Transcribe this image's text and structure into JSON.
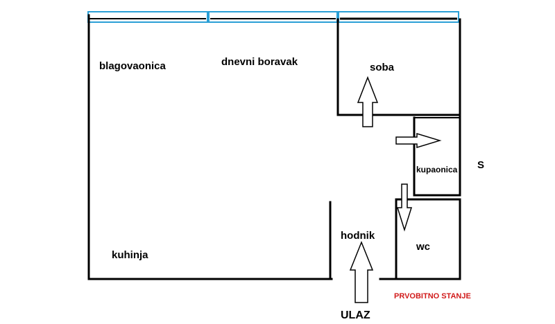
{
  "colors": {
    "wall": "#000000",
    "window": "#2a9fd6",
    "note": "#d11a1a",
    "background": "#ffffff"
  },
  "rooms": {
    "blagovaonica": "blagovaonica",
    "dnevni_boravak": "dnevni boravak",
    "soba": "soba",
    "kupaonica": "kupaonica",
    "hodnik": "hodnik",
    "wc": "wc",
    "kuhinja": "kuhinja"
  },
  "labels": {
    "entrance": "ULAZ",
    "north_marker": "S",
    "status_note": "PRVOBITNO STANJE"
  },
  "icons": [
    "arrow-up-icon",
    "arrow-right-icon",
    "arrow-down-icon"
  ]
}
